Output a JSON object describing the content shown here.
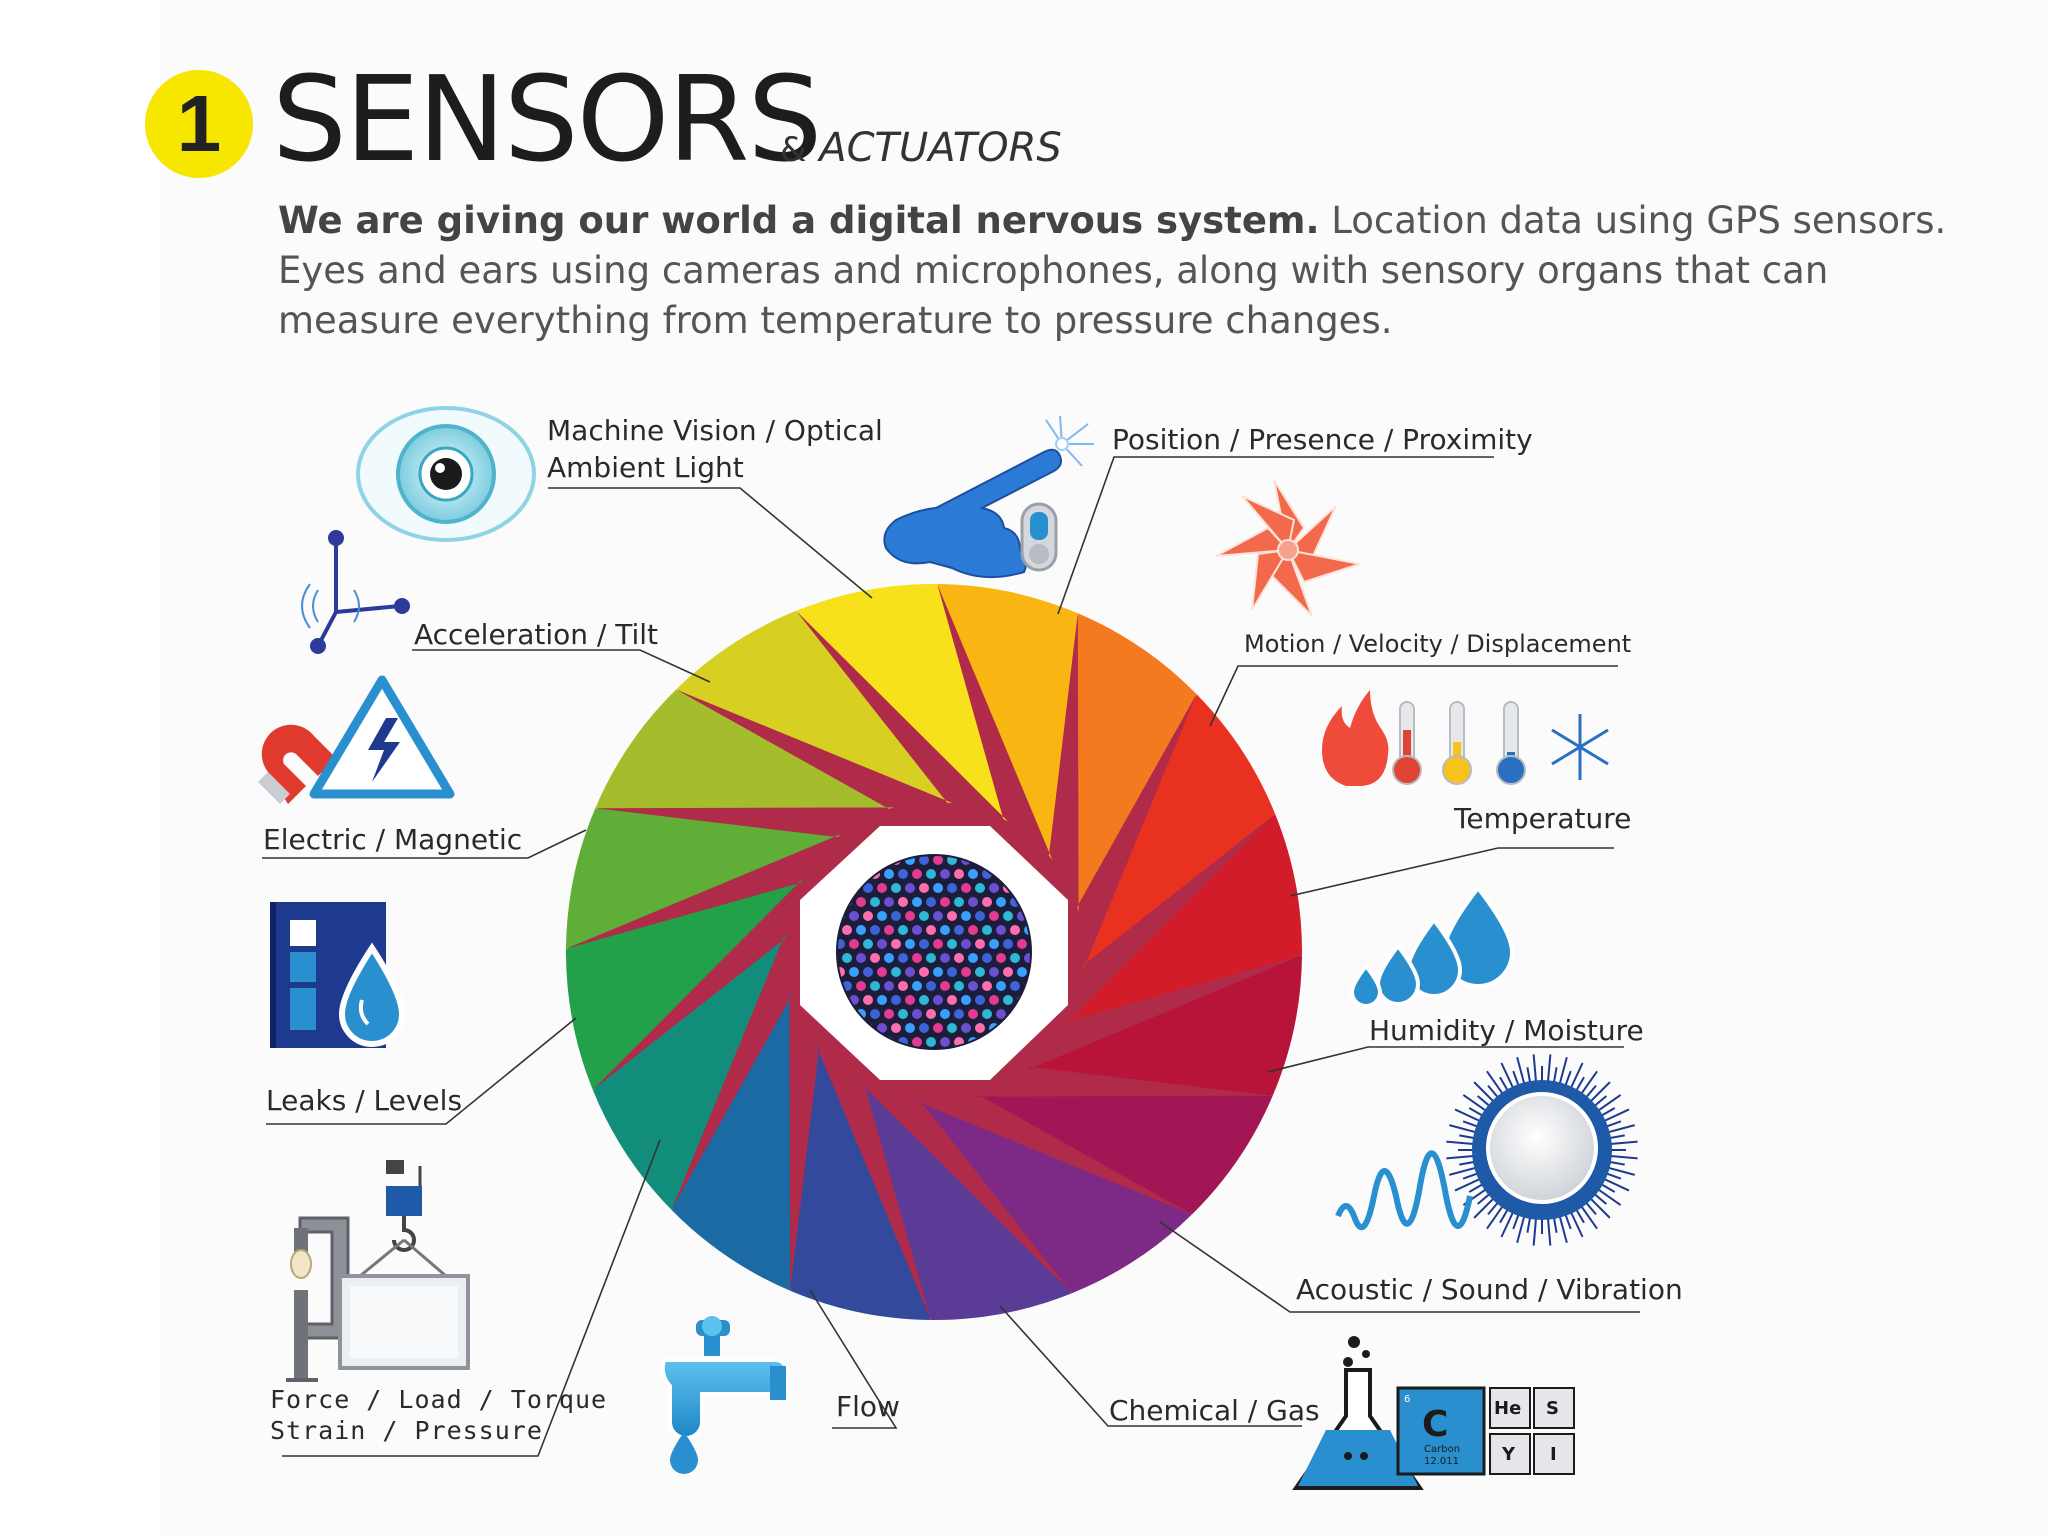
{
  "header": {
    "number": "1",
    "title": "SENSORS",
    "subtitle_amp": "&",
    "subtitle_word": "ACTUATORS"
  },
  "intro": {
    "bold": "We are giving our world a digital nervous system.",
    "text": " Location data using GPS sensors. Eyes and ears using cameras and microphones, along with sensory organs that can measure everything from temperature to pressure changes."
  },
  "categories": {
    "machine_vision": [
      "Machine Vision / Optical",
      "Ambient Light"
    ],
    "position": "Position / Presence / Proximity",
    "acceleration": "Acceleration / Tilt",
    "motion": "Motion / Velocity / Displacement",
    "electric": "Electric / Magnetic",
    "temperature": "Temperature",
    "humidity": "Humidity / Moisture",
    "leaks": "Leaks / Levels",
    "acoustic": "Acoustic / Sound / Vibration",
    "force": [
      "Force / Load / Torque",
      "Strain / Pressure"
    ],
    "flow": "Flow",
    "chemical": "Chemical / Gas"
  },
  "periodic": {
    "c_number": "6",
    "c_symbol": "C",
    "c_name": "Carbon",
    "c_mass": "12.011",
    "tiles": [
      "He",
      "S",
      "Y",
      "I"
    ]
  },
  "colors": {
    "badge": "#f6e600",
    "wheel": [
      "#f7e11a",
      "#f9b613",
      "#f47a1f",
      "#e8321f",
      "#d21c2a",
      "#b8143a",
      "#a31655",
      "#7d2a86",
      "#5a3b95",
      "#334a9c",
      "#1b6aa3",
      "#128d7c",
      "#23a04a",
      "#5fae38",
      "#a4bd2c",
      "#d7cf22"
    ],
    "icon_blue": "#2a8fcf",
    "icon_dark_blue": "#1e3a8f"
  }
}
